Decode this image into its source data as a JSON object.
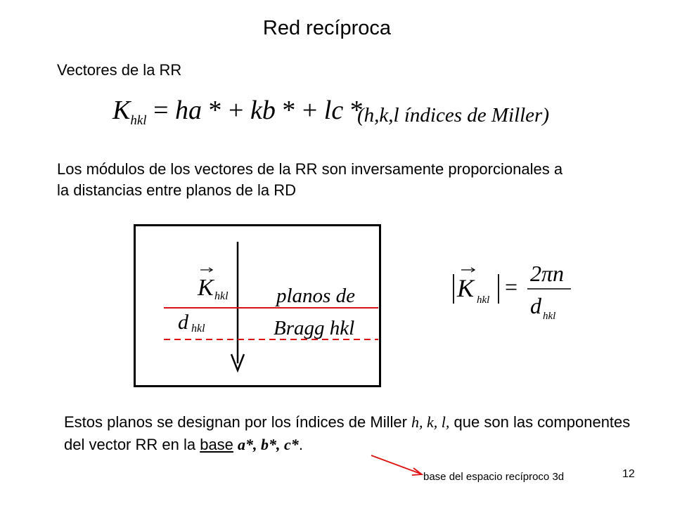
{
  "title": "Red recíproca",
  "section_label": "Vectores de la RR",
  "formula": {
    "K": "K",
    "hkl": "hkl",
    "eq": " = ",
    "h": "h",
    "a": "a",
    "star1": " * + ",
    "k": "k",
    "b": "b",
    "star2": " * + ",
    "l": "l",
    "c": "c",
    "star3": " *",
    "miller_note": "(h,k,l índices de Miller)"
  },
  "paragraph1": "Los módulos de los vectores de la RR son inversamente proporcionales a la distancias entre planos de la RD",
  "figure": {
    "vector_label": "K",
    "vector_sub": "hkl",
    "d_label": "d",
    "d_sub": "hkl",
    "planes_line1": "planos de",
    "planes_line2": "Bragg hkl",
    "line_color": "#dd1111"
  },
  "modulus_formula": {
    "K": "K",
    "K_sub": "hkl",
    "numerator": "2πn",
    "d": "d",
    "d_sub": "hkl"
  },
  "paragraph2": {
    "t1": "Estos planos se designan por los índices de Miller ",
    "t2": "h, k, l,",
    "t3": " que son las componentes del vector RR en la ",
    "t4": "base",
    "t5": " ",
    "t6": "a*, b*, c*",
    "t7": "."
  },
  "annotation": "base del espacio recíproco 3d",
  "page_number": "12",
  "colors": {
    "accent_red": "#dd1111"
  }
}
